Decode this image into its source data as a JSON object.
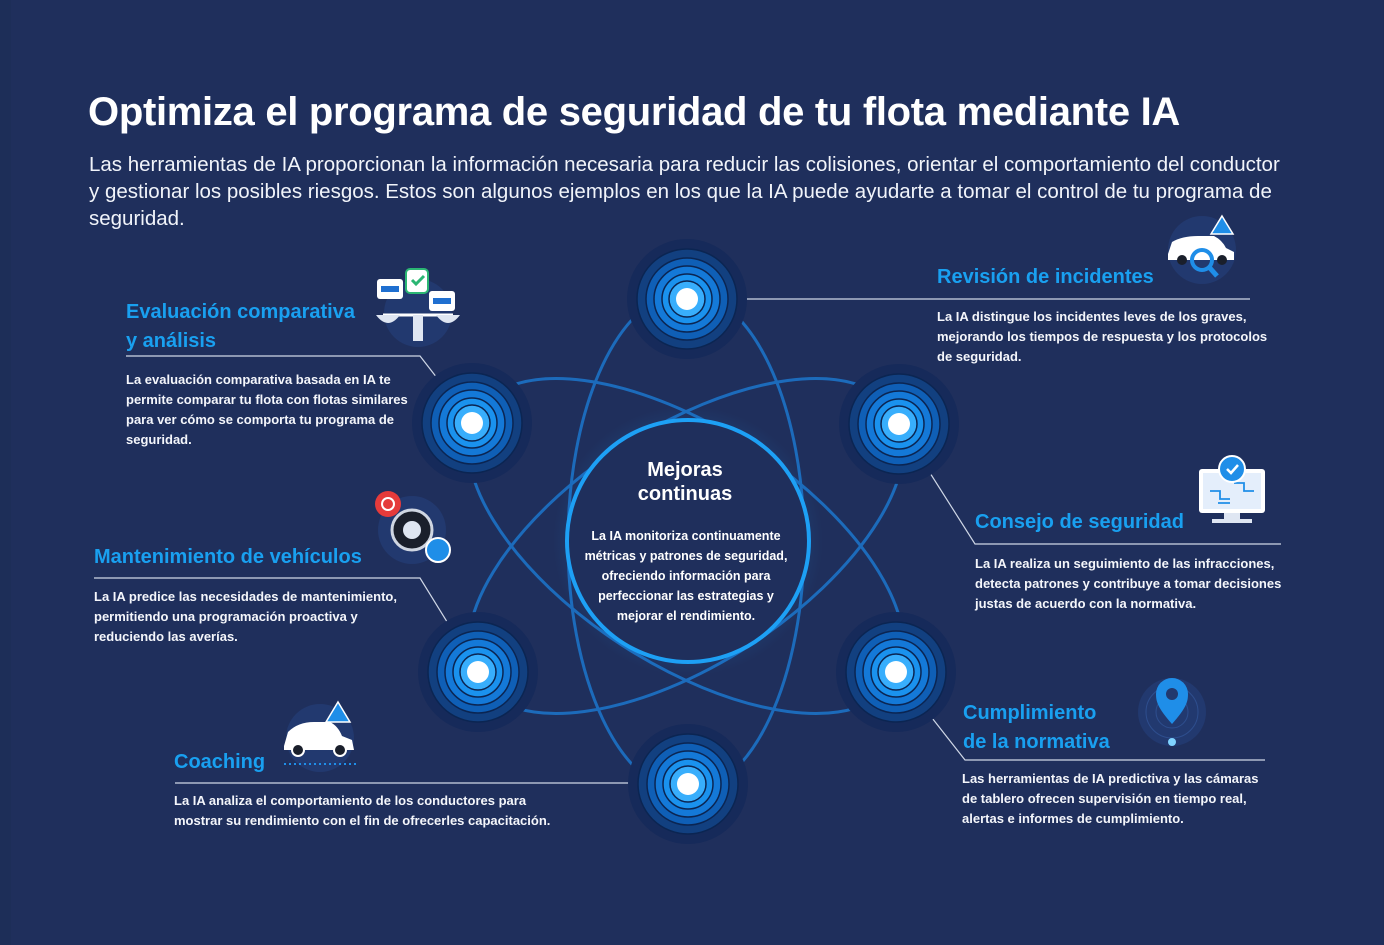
{
  "title": "Optimiza el programa de seguridad de tu flota mediante IA",
  "intro": "Las herramientas de IA proporcionan la información necesaria para reducir las colisiones, orientar el comportamiento del conductor y gestionar los posibles riesgos. Estos son algunos ejemplos en los que la IA puede ayudarte a tomar el control de tu programa de seguridad.",
  "center": {
    "title_line1": "Mejoras",
    "title_line2": "continuas",
    "body": "La IA monitoriza continuamente métricas y patrones de seguridad, ofreciendo información para perfeccionar las estrategias y mejorar el rendimiento."
  },
  "sections": {
    "benchmark": {
      "title_line1": "Evaluación comparativa",
      "title_line2": "y análisis",
      "body": "La evaluación comparativa basada en IA te permite comparar tu flota con flotas similares para ver cómo se comporta tu programa de seguridad."
    },
    "maintenance": {
      "title": "Mantenimiento de vehículos",
      "body": "La IA predice las necesidades de mantenimiento, permitiendo una programación proactiva y reduciendo las averías."
    },
    "coaching": {
      "title": "Coaching",
      "body": "La IA analiza el comportamiento de los conductores para mostrar su rendimiento con el fin de ofrecerles capacitación."
    },
    "incidents": {
      "title": "Revisión de incidentes",
      "body": "La IA distingue los incidentes leves de los graves, mejorando los tiempos de respuesta y los protocolos de seguridad."
    },
    "safety": {
      "title": "Consejo de seguridad",
      "body": "La IA realiza un seguimiento de las infracciones, detecta patrones y contribuye a tomar decisiones justas de acuerdo con la normativa."
    },
    "compliance": {
      "title_line1": "Cumplimiento",
      "title_line2": "de la normativa",
      "body": "Las herramientas de IA predictiva y las cámaras de tablero ofrecen supervisión en tiempo real, alertas e informes de cumplimiento."
    }
  },
  "icons": {
    "benchmark": "scale-icon",
    "maintenance": "wheel-icon",
    "coaching": "car-alert-icon",
    "incidents": "car-search-icon",
    "safety": "monitor-check-icon",
    "compliance": "location-pin-icon"
  },
  "colors": {
    "background": "#1f2f5c",
    "accent": "#19a0f0",
    "node_core": "#ffffff",
    "ring": "#1f8ee8",
    "alert": "#e53b3b",
    "success": "#2bb673"
  }
}
